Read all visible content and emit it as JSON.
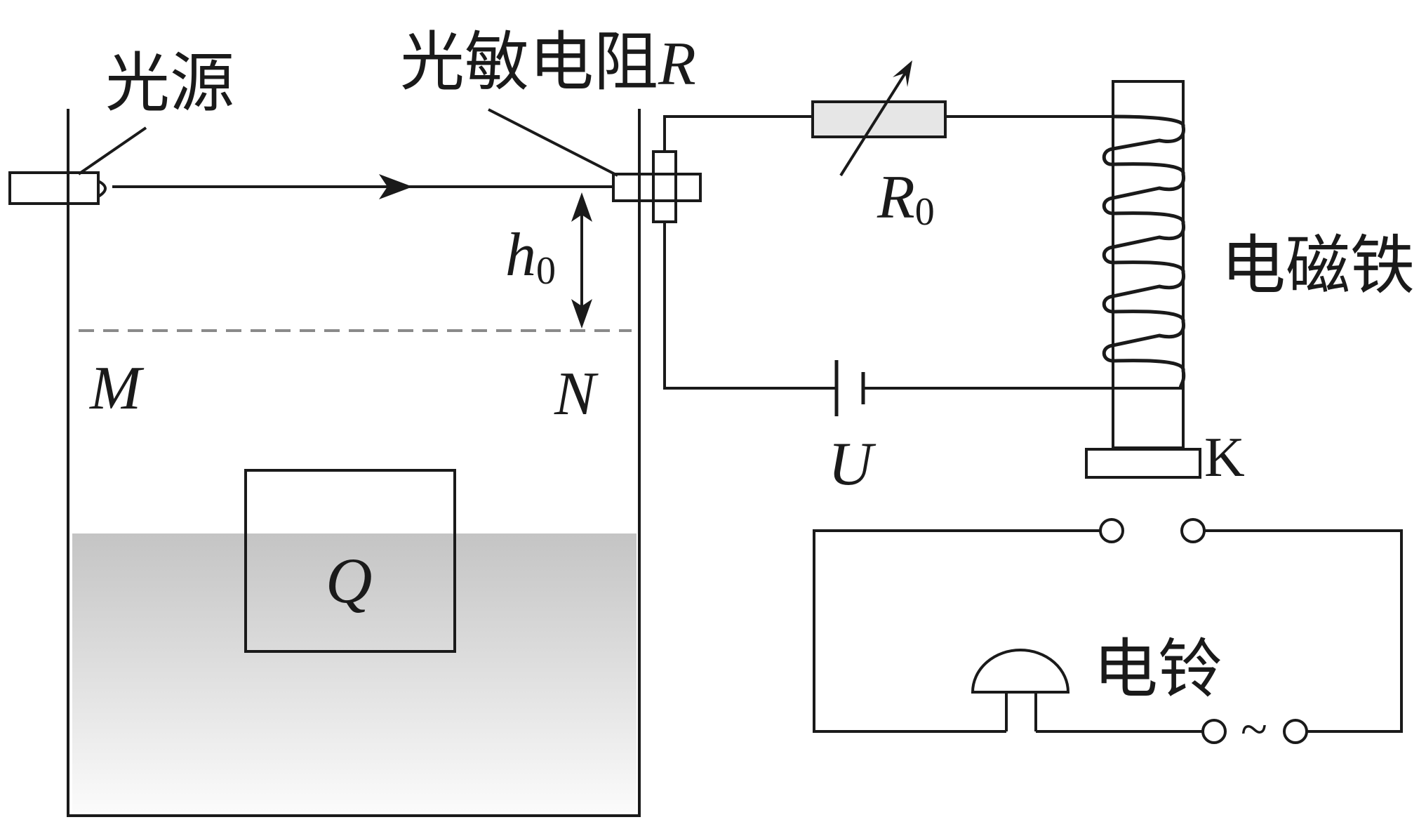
{
  "labels": {
    "light_source": "光源",
    "photoresistor": "光敏电阻",
    "photoresistor_symbol": "R",
    "rheostat_symbol": "R",
    "rheostat_subscript": "0",
    "electromagnet": "电磁铁",
    "height_symbol": "h",
    "height_subscript": "0",
    "point_m": "M",
    "point_n": "N",
    "object": "Q",
    "voltage": "U",
    "armature": "K",
    "bell": "电铃",
    "ac_symbol": "~"
  },
  "colors": {
    "line": "#1a1a1a",
    "water_top": "#c4c4c4",
    "water_bottom": "#fbfbfb",
    "dashed_level": "#8a8a8a",
    "rheostat_fill": "#e6e6e6"
  }
}
